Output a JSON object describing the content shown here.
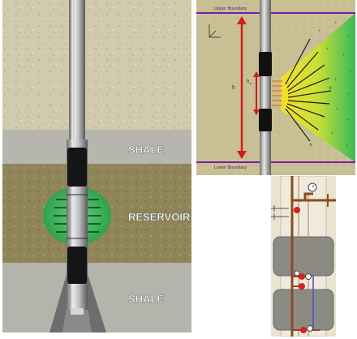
{
  "panel_left": {
    "layers": {
      "upper_shale_label": "SHALE",
      "reservoir_label": "RESERVOIR",
      "lower_shale_label": "SHALE"
    }
  },
  "panel_top_right": {
    "upper_boundary_label": "Upper Boundary",
    "lower_boundary_label": "Lower Boundary",
    "height_label": "h",
    "height_w_label": "h",
    "height_w_sub": "w",
    "k_label": "k",
    "flow_label": "k",
    "colors": {
      "formation": "#c8bd92",
      "boundary_line": "#7a1aa8",
      "height_arrow": "#d41a1a",
      "flow_fan_start": "#f5d820",
      "flow_fan_end": "#3bbf5a"
    }
  },
  "panel_bottom_right": {
    "gauge_icon": "pressure-gauge",
    "valve_color": "#d42020"
  },
  "colors": {
    "reservoir_zone": "#3cb35c",
    "packer": "#1a1a1a",
    "pipe": "#b8b8b8",
    "shale": "#b4b4ae",
    "rock": "#cfc7ad"
  }
}
